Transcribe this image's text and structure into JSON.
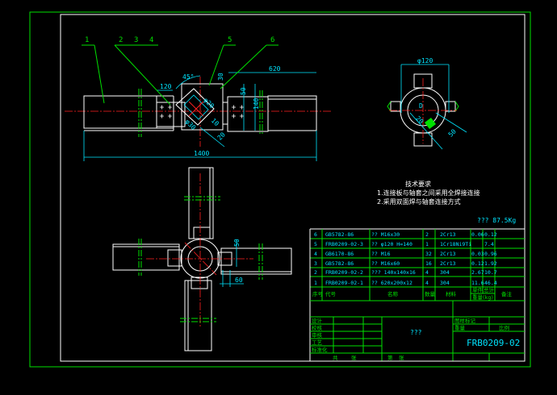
{
  "colors": {
    "background": "#000000",
    "frame": "#00e000",
    "outline": "#ffffff",
    "dimension": "#00e5ff",
    "centerline": "#ff2020"
  },
  "balloons": [
    "1",
    "2",
    "3",
    "4",
    "5",
    "6"
  ],
  "front_view": {
    "dims": {
      "overall": "1400",
      "right_len": "620",
      "plate": "120",
      "angle": "45°",
      "offset": "30",
      "h1": "50",
      "h2": "140",
      "diag1": "φ20",
      "diag2": "φ30",
      "diag3": "10",
      "diag4": "20"
    }
  },
  "side_view": {
    "dims": {
      "diameter": "φ120",
      "d": "D",
      "r1": "20",
      "r2": "50"
    }
  },
  "plan_view": {
    "dims": {
      "a": "50",
      "b": "60"
    }
  },
  "notes": {
    "title": "技术要求",
    "items": [
      "1.连接板与轴套之间采用全焊接连接",
      "2.采用双面焊与轴套连接方式"
    ]
  },
  "weight_label": "??? 87.5Kg",
  "bom": {
    "rows": [
      {
        "no": "6",
        "code": "GB5782-86",
        "name": "?? M16x30",
        "qty": "2",
        "material": "2Cr13",
        "unit": "0.06",
        "total": "0.12"
      },
      {
        "no": "5",
        "code": "FRB0209-02-3",
        "name": "?? φ120  H=140",
        "qty": "1",
        "material": "1Cr18Ni9Ti",
        "unit": "",
        "total": "7.4"
      },
      {
        "no": "4",
        "code": "GB6170-86",
        "name": "?? M16",
        "qty": "32",
        "material": "2Cr13",
        "unit": "0.03",
        "total": "0.96"
      },
      {
        "no": "3",
        "code": "GB5782-86",
        "name": "?? M16x60",
        "qty": "16",
        "material": "2Cr13",
        "unit": "0.12",
        "total": "1.92"
      },
      {
        "no": "2",
        "code": "FRB0209-02-2",
        "name": "??? 140x140x16",
        "qty": "4",
        "material": "304",
        "unit": "2.67",
        "total": "10.7"
      },
      {
        "no": "1",
        "code": "FRB0209-02-1",
        "name": "?? 620x200x12",
        "qty": "4",
        "material": "304",
        "unit": "11.6",
        "total": "46.4"
      }
    ],
    "header": {
      "no": "序号",
      "code": "代号",
      "name": "名称",
      "qty": "数量",
      "material": "材料",
      "unit": "单件",
      "total": "总计",
      "weight_unit": "重量(kg)",
      "note": "备注"
    }
  },
  "title_block": {
    "drawing_no": "FRB0209-02",
    "title": "???",
    "labels": [
      "设计",
      "校核",
      "审核",
      "工艺",
      "标准化"
    ],
    "right_labels": [
      "图样标记",
      "重量",
      "比例"
    ],
    "bottom": [
      "共",
      "张",
      "第",
      "张"
    ]
  }
}
